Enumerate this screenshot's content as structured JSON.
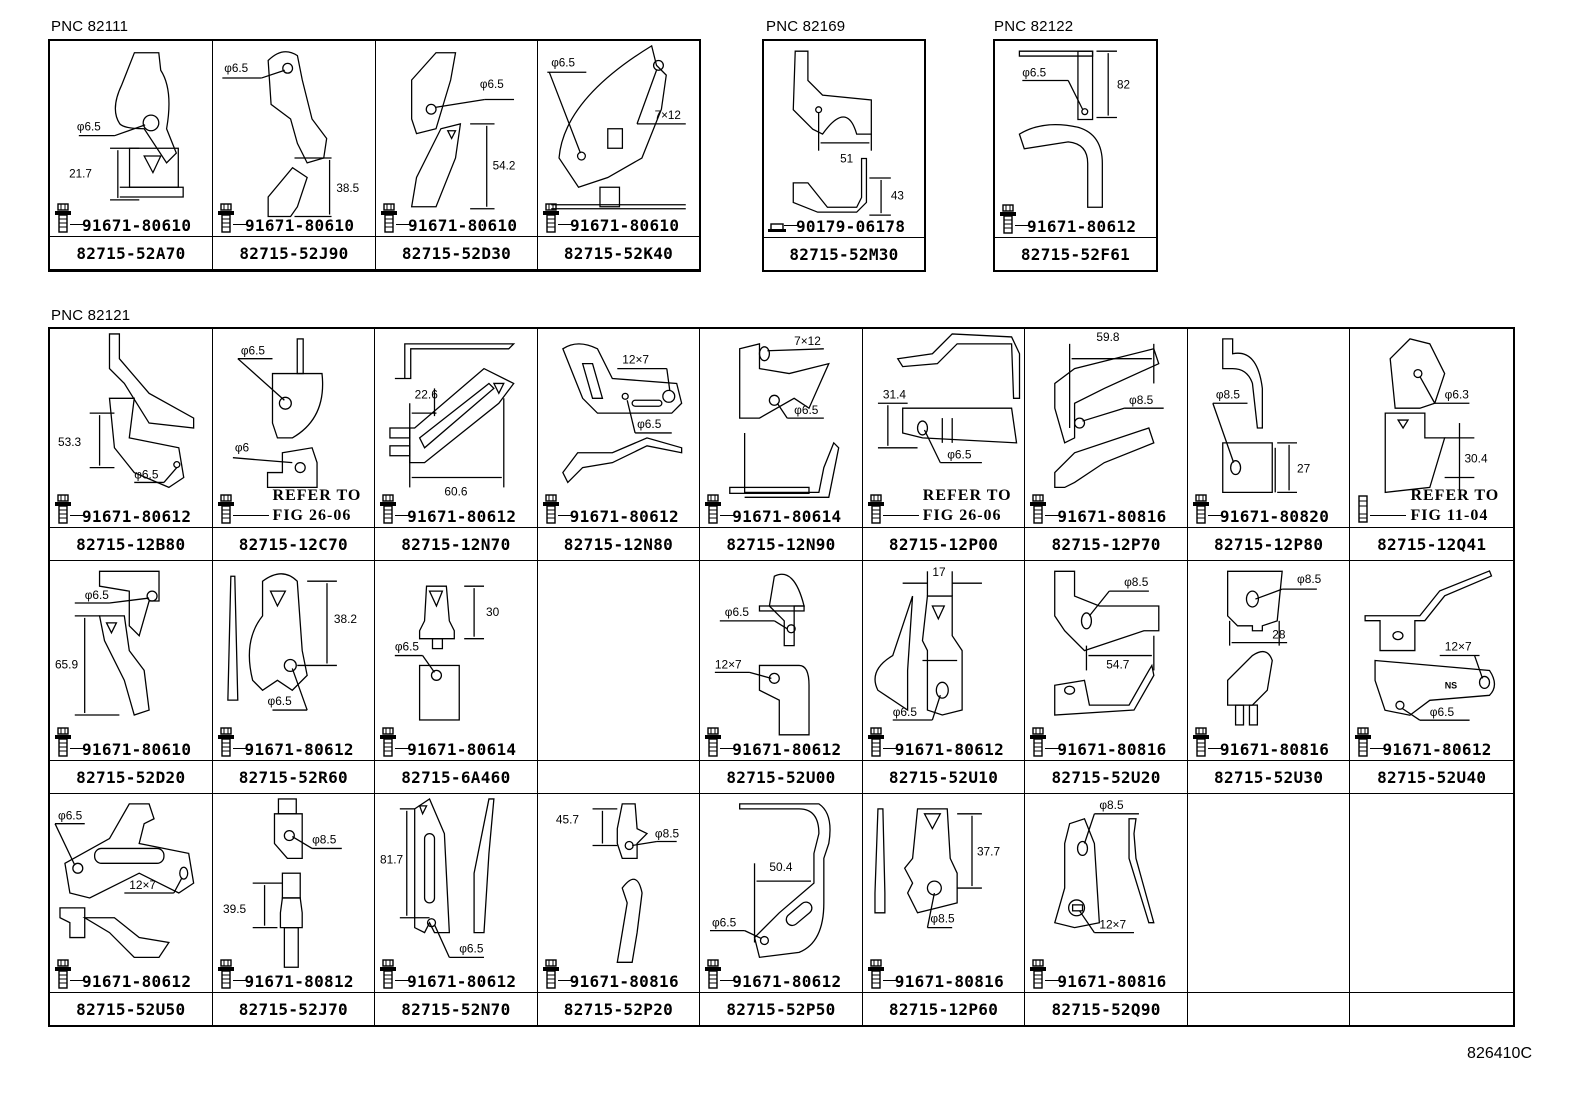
{
  "figure_id": "826410C",
  "groups": [
    {
      "pnc": "PNC 82111",
      "parts": [
        {
          "part_no": "82715-52A70",
          "bolt": "91671-80610",
          "dims": [
            "φ6.5",
            "21.7"
          ]
        },
        {
          "part_no": "82715-52J90",
          "bolt": "91671-80610",
          "dims": [
            "φ6.5",
            "38.5"
          ]
        },
        {
          "part_no": "82715-52D30",
          "bolt": "91671-80610",
          "dims": [
            "φ6.5",
            "54.2"
          ]
        },
        {
          "part_no": "82715-52K40",
          "bolt": "91671-80610",
          "dims": [
            "φ6.5",
            "7×12"
          ]
        }
      ]
    },
    {
      "pnc": "PNC 82169",
      "parts": [
        {
          "part_no": "82715-52M30",
          "bolt": "90179-06178",
          "bolt_type": "nut",
          "dims": [
            "51",
            "43"
          ]
        }
      ]
    },
    {
      "pnc": "PNC 82122",
      "parts": [
        {
          "part_no": "82715-52F61",
          "bolt": "91671-80612",
          "dims": [
            "φ6.5",
            "82"
          ]
        }
      ]
    },
    {
      "pnc": "PNC 82121",
      "rows": [
        [
          {
            "part_no": "82715-12B80",
            "bolt": "91671-80612",
            "dims": [
              "53.3",
              "φ6.5"
            ]
          },
          {
            "part_no": "82715-12C70",
            "refer": [
              "REFER TO",
              "FIG 26-06"
            ],
            "dims": [
              "φ6.5",
              "φ6"
            ]
          },
          {
            "part_no": "82715-12N70",
            "bolt": "91671-80612",
            "dims": [
              "22.6",
              "60.6"
            ]
          },
          {
            "part_no": "82715-12N80",
            "bolt": "91671-80612",
            "dims": [
              "12×7",
              "φ6.5"
            ]
          },
          {
            "part_no": "82715-12N90",
            "bolt": "91671-80614",
            "dims": [
              "7×12",
              "φ6.5"
            ]
          },
          {
            "part_no": "82715-12P00",
            "refer": [
              "REFER TO",
              "FIG 26-06"
            ],
            "dims": [
              "31.4",
              "φ6.5"
            ]
          },
          {
            "part_no": "82715-12P70",
            "bolt": "91671-80816",
            "dims": [
              "59.8",
              "φ8.5"
            ]
          },
          {
            "part_no": "82715-12P80",
            "bolt": "91671-80820",
            "dims": [
              "φ8.5",
              "27"
            ]
          },
          {
            "part_no": "82715-12Q41",
            "refer": [
              "REFER TO",
              "FIG 11-04"
            ],
            "bolt_type": "stud",
            "dims": [
              "φ6.3",
              "30.4"
            ]
          }
        ],
        [
          {
            "part_no": "82715-52D20",
            "bolt": "91671-80610",
            "dims": [
              "φ6.5",
              "65.9"
            ]
          },
          {
            "part_no": "82715-52R60",
            "bolt": "91671-80612",
            "dims": [
              "38.2",
              "φ6.5"
            ]
          },
          {
            "part_no": "82715-6A460",
            "bolt": "91671-80614",
            "dims": [
              "30",
              "φ6.5"
            ]
          },
          {
            "part_no": "",
            "empty": true
          },
          {
            "part_no": "82715-52U00",
            "bolt": "91671-80612",
            "dims": [
              "φ6.5",
              "12×7"
            ]
          },
          {
            "part_no": "82715-52U10",
            "bolt": "91671-80612",
            "dims": [
              "17",
              "φ6.5"
            ]
          },
          {
            "part_no": "82715-52U20",
            "bolt": "91671-80816",
            "dims": [
              "φ8.5",
              "54.7"
            ]
          },
          {
            "part_no": "82715-52U30",
            "bolt": "91671-80816",
            "dims": [
              "φ8.5",
              "28"
            ]
          },
          {
            "part_no": "82715-52U40",
            "bolt": "91671-80612",
            "dims": [
              "12×7",
              "NS",
              "φ6.5"
            ]
          }
        ],
        [
          {
            "part_no": "82715-52U50",
            "bolt": "91671-80612",
            "dims": [
              "φ6.5",
              "12×7"
            ]
          },
          {
            "part_no": "82715-52J70",
            "bolt": "91671-80812",
            "dims": [
              "φ8.5",
              "39.5"
            ]
          },
          {
            "part_no": "82715-52N70",
            "bolt": "91671-80612",
            "dims": [
              "81.7",
              "φ6.5"
            ]
          },
          {
            "part_no": "82715-52P20",
            "bolt": "91671-80816",
            "dims": [
              "45.7",
              "φ8.5"
            ]
          },
          {
            "part_no": "82715-52P50",
            "bolt": "91671-80612",
            "dims": [
              "50.4",
              "φ6.5"
            ]
          },
          {
            "part_no": "82715-12P60",
            "bolt": "91671-80816",
            "dims": [
              "37.7",
              "φ8.5"
            ]
          },
          {
            "part_no": "82715-52Q90",
            "bolt": "91671-80816",
            "dims": [
              "φ8.5",
              "12×7"
            ]
          },
          {
            "part_no": "",
            "empty": true
          },
          {
            "part_no": "",
            "empty": true
          }
        ]
      ]
    }
  ]
}
